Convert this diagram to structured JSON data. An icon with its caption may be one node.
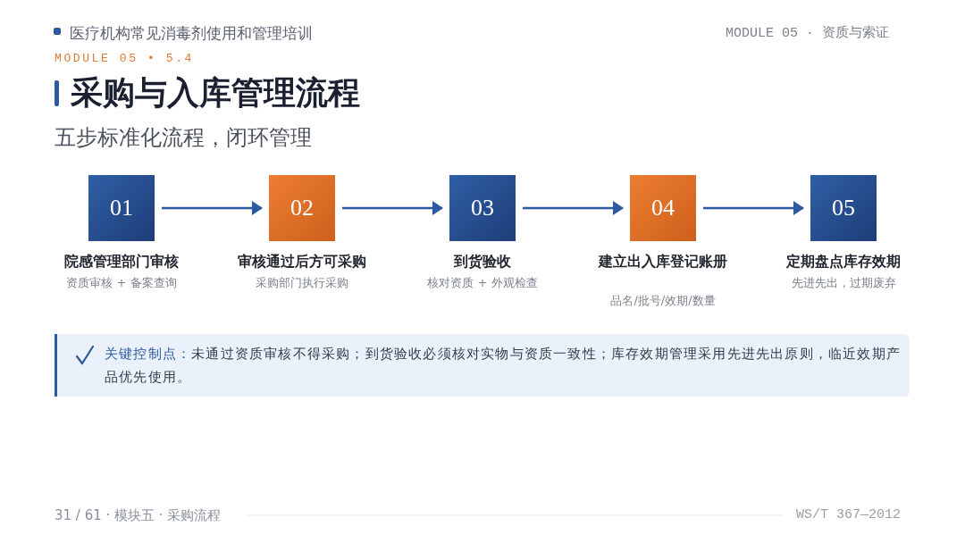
{
  "diagram": {
    "title": "采购与入库管理流程",
    "nodes": [
      {
        "text": [
          "01"
        ],
        "beside": [
          "院感管理部门审核",
          "资质审核 + 备案查询"
        ]
      },
      {
        "text": [
          "02"
        ],
        "beside": [
          "审核通过后方可采购",
          "采购部门执行采购"
        ]
      },
      {
        "text": [
          "03"
        ],
        "beside": [
          "到货验收",
          "核对资质 + 外观检查"
        ]
      },
      {
        "text": [
          "04"
        ],
        "beside": [
          "建立出入库登记账册",
          "品名/批号/效期/数量"
        ]
      },
      {
        "text": [
          "05"
        ],
        "beside": [
          "定期盘点库存效期",
          "先进先出，过期废弃"
        ]
      },
      {
        "text": [
          "关键控制点：",
          "未通过资质审核不得采购；到货验收必须核对实物与资质一致性；库存效期管理采用先进先出原则，临近效期产品优先使用。"
        ]
      }
    ],
    "edges": [
      {
        "from": 0,
        "to": 1,
        "arrow": "to"
      },
      {
        "from": 1,
        "to": 2,
        "arrow": "to"
      },
      {
        "from": 2,
        "to": 3,
        "arrow": "to"
      },
      {
        "from": 3,
        "to": 4,
        "arrow": "to"
      }
    ],
    "labels": [
      "医疗机构常见消毒剂使用和管理培训",
      "MODULE 05 · 资质与索证",
      "MODULE 05 • 5.4",
      "五步标准化流程，闭环管理",
      "31 / 61 · 模块五 · 采购流程",
      "WS/T 367—2012"
    ]
  }
}
